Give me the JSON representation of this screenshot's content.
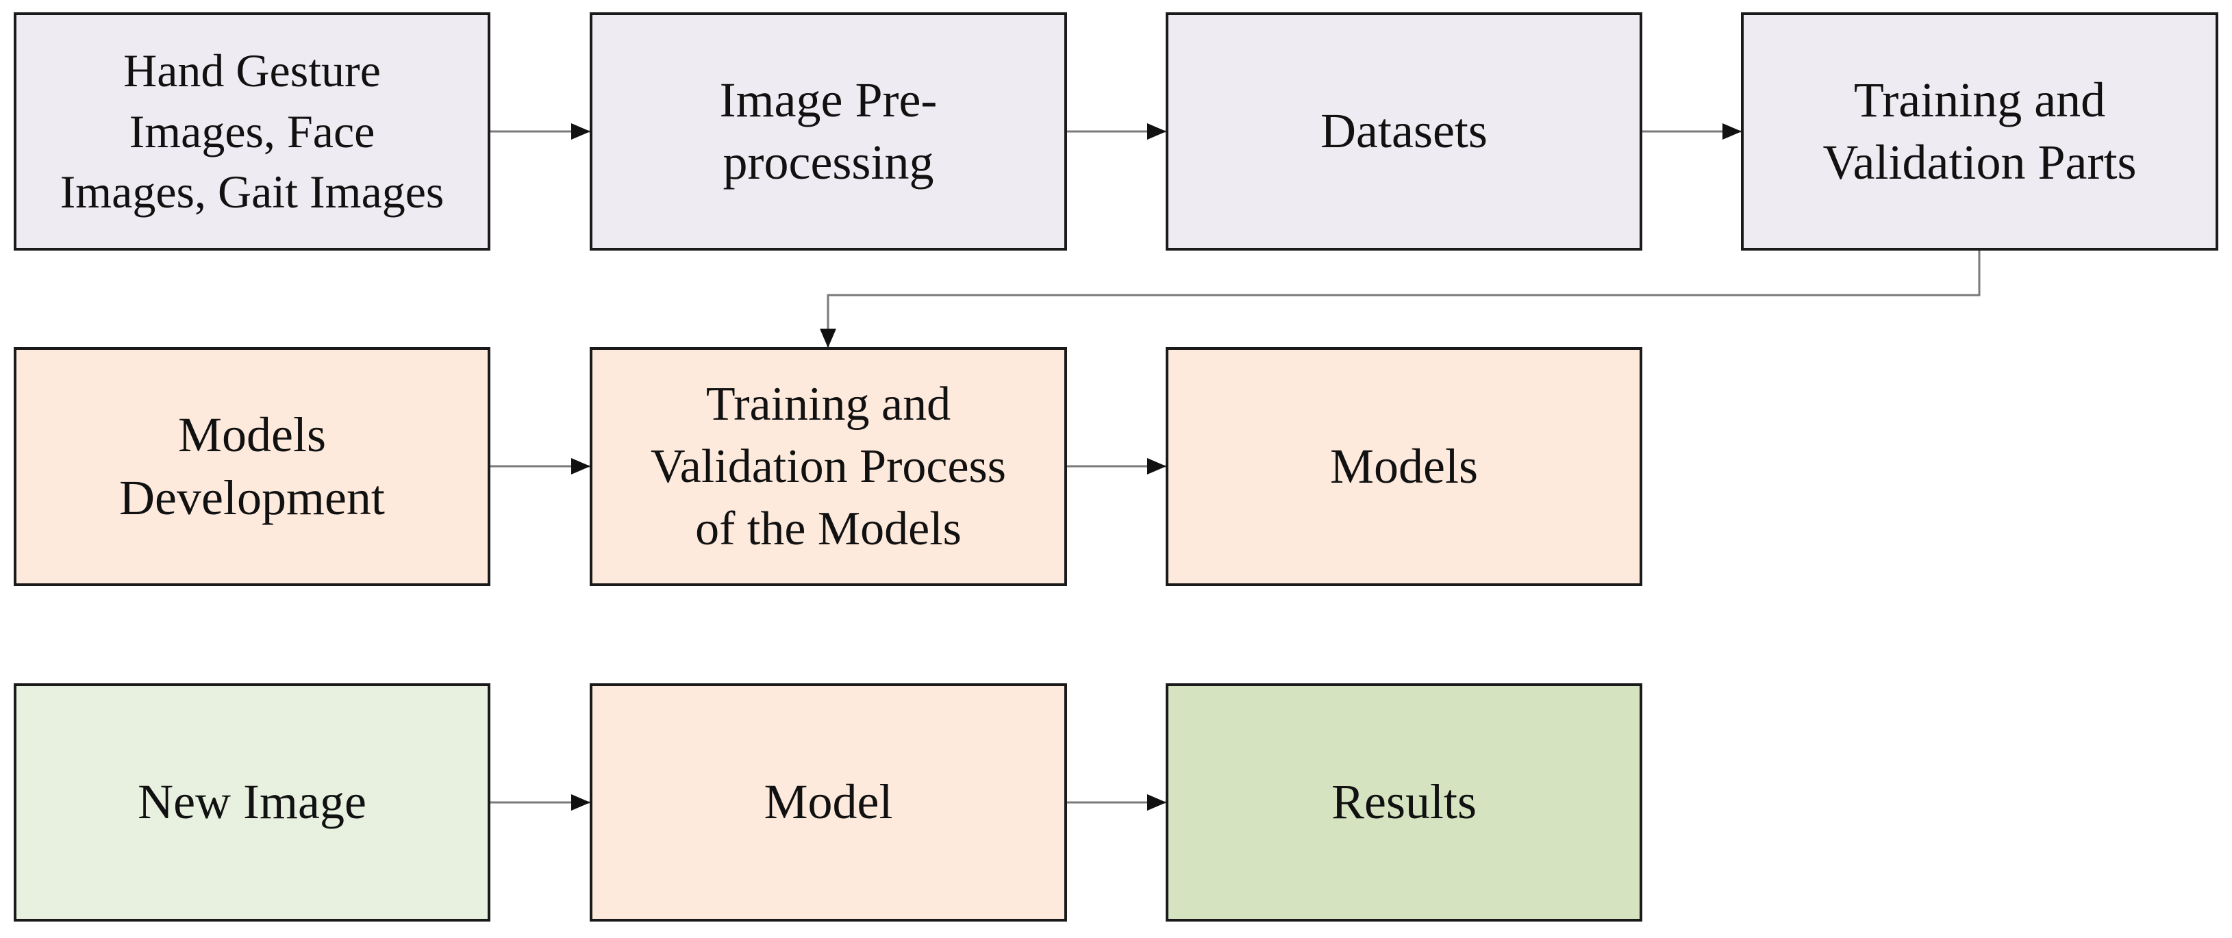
{
  "nodes": {
    "n1": "Hand Gesture\nImages, Face\nImages, Gait Images",
    "n2": "Image Pre-\nprocessing",
    "n3": "Datasets",
    "n4": "Training and\nValidation Parts",
    "n5": "Models\nDevelopment",
    "n6": "Training and\nValidation Process\nof the Models",
    "n7": "Models",
    "n8": "New Image",
    "n9": "Model",
    "n10": "Results"
  },
  "colors": {
    "row1_fill": "#efebf2",
    "row2_fill": "#fdeadc",
    "new_image_fill": "#e8f0e0",
    "results_fill": "#d5e3c0",
    "border": "#1a1a1a",
    "arrow": "#7a7a7a"
  }
}
